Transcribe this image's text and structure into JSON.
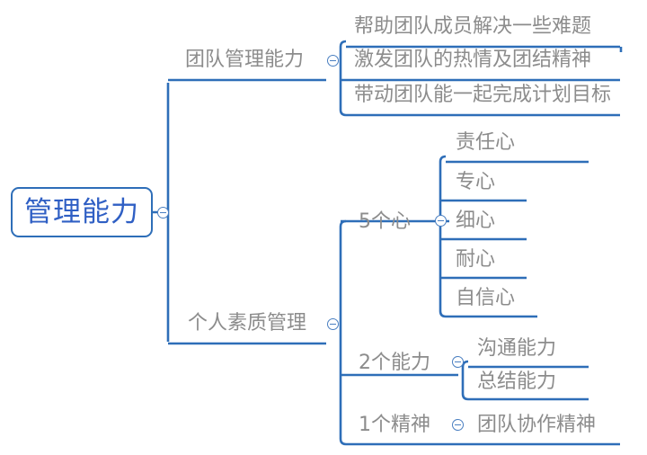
{
  "diagram": {
    "type": "mindmap",
    "title": "管理能力",
    "line_color": "#2E6EB8",
    "root_text_color": "#2F5FC4",
    "node_text_color": "#8c8c8c",
    "background_color": "#ffffff",
    "toggle_icon": "collapse-minus-circle",
    "root": {
      "label": "管理能力",
      "children": [
        {
          "label": "团队管理能力",
          "children": [
            {
              "label": "帮助团队成员解决一些难题"
            },
            {
              "label": "激发团队的热情及团结精神"
            },
            {
              "label": "带动团队能一起完成计划目标"
            }
          ]
        },
        {
          "label": "个人素质管理",
          "children": [
            {
              "label": "5个心",
              "children": [
                {
                  "label": "责任心"
                },
                {
                  "label": "专心"
                },
                {
                  "label": "细心"
                },
                {
                  "label": "耐心"
                },
                {
                  "label": "自信心"
                }
              ]
            },
            {
              "label": "2个能力",
              "children": [
                {
                  "label": "沟通能力"
                },
                {
                  "label": "总结能力"
                }
              ]
            },
            {
              "label": "1个精神",
              "children": [
                {
                  "label": "团队协作精神"
                }
              ]
            }
          ]
        }
      ]
    }
  }
}
